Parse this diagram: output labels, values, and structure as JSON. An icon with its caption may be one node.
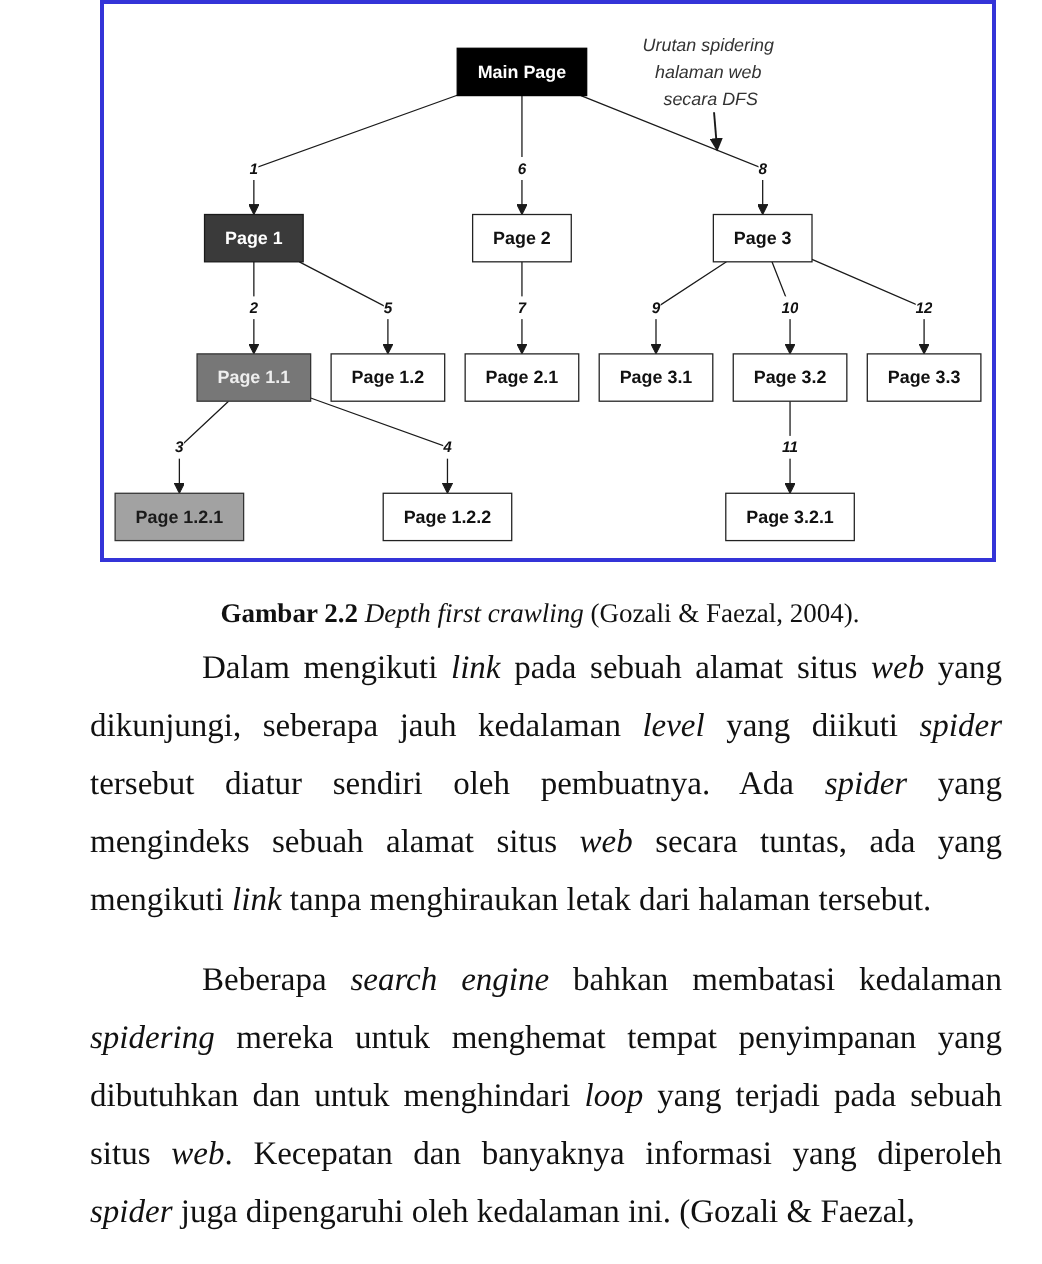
{
  "diagram": {
    "caption": "**Gambar 2.2** *Depth first crawling* (Gozali & Faezal, 2004).",
    "nodes": [
      {
        "text": [
          "Main Page"
        ]
      },
      {
        "text": [
          "Urutan spidering halaman web secara DFS"
        ]
      },
      {
        "text": [
          "Page 1"
        ]
      },
      {
        "text": [
          "Page 2"
        ]
      },
      {
        "text": [
          "Page 3"
        ]
      },
      {
        "text": [
          "Page 1.1"
        ]
      },
      {
        "text": [
          "Page 1.2"
        ]
      },
      {
        "text": [
          "Page 2.1"
        ]
      },
      {
        "text": [
          "Page 3.1"
        ]
      },
      {
        "text": [
          "Page 3.2"
        ]
      },
      {
        "text": [
          "Page 3.3"
        ]
      },
      {
        "text": [
          "Page 1.2.1"
        ]
      },
      {
        "text": [
          "Page 1.2.2"
        ]
      },
      {
        "text": [
          "Page 3.2.1"
        ]
      }
    ],
    "edges": [
      {
        "from": 0,
        "to": 2,
        "arrow": "to",
        "label": "1"
      },
      {
        "from": 2,
        "to": 5,
        "arrow": "to",
        "label": "2"
      },
      {
        "from": 5,
        "to": 11,
        "arrow": "to",
        "label": "3"
      },
      {
        "from": 5,
        "to": 12,
        "arrow": "to",
        "label": "4"
      },
      {
        "from": 2,
        "to": 6,
        "arrow": "to",
        "label": "5"
      },
      {
        "from": 0,
        "to": 3,
        "arrow": "to",
        "label": "6"
      },
      {
        "from": 3,
        "to": 7,
        "arrow": "to",
        "label": "7"
      },
      {
        "from": 0,
        "to": 4,
        "arrow": "to",
        "label": "8"
      },
      {
        "from": 4,
        "to": 8,
        "arrow": "to",
        "label": "9"
      },
      {
        "from": 4,
        "to": 9,
        "arrow": "to",
        "label": "10"
      },
      {
        "from": 9,
        "to": 13,
        "arrow": "to",
        "label": "11"
      },
      {
        "from": 4,
        "to": 10,
        "arrow": "to",
        "label": "12"
      },
      {
        "from": 1,
        "to": null,
        "arrow": "to"
      }
    ],
    "labels": [
      "Dalam mengikuti *link* pada sebuah alamat situs *web* yang dikunjungi, seberapa jauh kedalaman *level* yang diikuti *spider* tersebut diatur sendiri oleh pembuatnya. Ada *spider* yang mengindeks sebuah alamat situs *web* secara tuntas, ada yang mengikuti *link* tanpa menghiraukan letak dari halaman tersebut.",
      "Beberapa *search engine* bahkan membatasi kedalaman *spidering* mereka untuk menghemat tempat penyimpanan yang dibutuhkan dan untuk menghindari *loop* yang terjadi pada sebuah situs *web*. Kecepatan dan banyaknya informasi yang diperoleh *spider* juga dipengaruhi oleh kedalaman ini. (Gozali & Faezal,"
    ]
  }
}
